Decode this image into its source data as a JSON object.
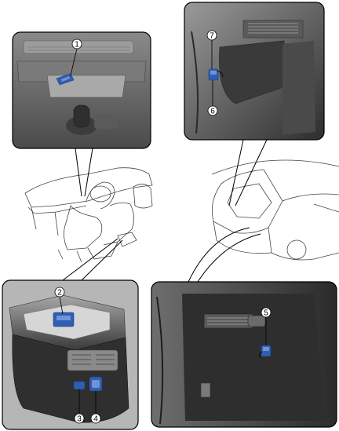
{
  "callouts": {
    "c1": "1",
    "c2": "2",
    "c3": "3",
    "c4": "4",
    "c5": "5",
    "c6": "6",
    "c7": "7"
  },
  "colors": {
    "port_blue": "#2f5fb3",
    "port_blue_light": "#6f93d6",
    "frame": "#000000",
    "interior_dark": "#3a3a3a",
    "interior_mid": "#6b6b6b",
    "interior_light": "#b8b8b8"
  },
  "icons": [
    "usb-port-icon",
    "power-outlet-icon",
    "leader-line"
  ]
}
